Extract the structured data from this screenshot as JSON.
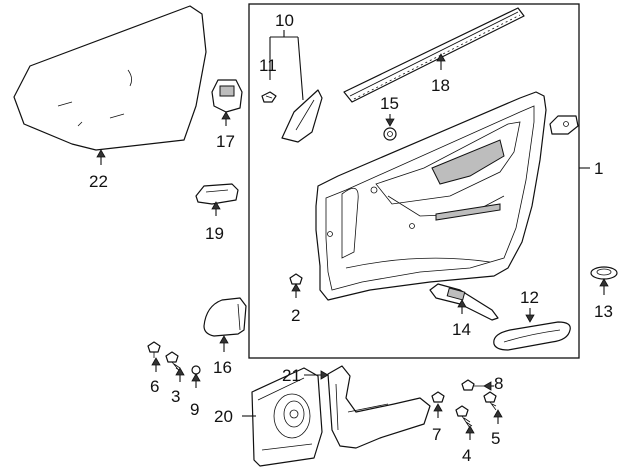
{
  "callouts": {
    "c1": "1",
    "c2": "2",
    "c3": "3",
    "c4": "4",
    "c5": "5",
    "c6": "6",
    "c7": "7",
    "c8": "8",
    "c9": "9",
    "c10": "10",
    "c11": "11",
    "c12": "12",
    "c13": "13",
    "c14": "14",
    "c15": "15",
    "c16": "16",
    "c17": "17",
    "c18": "18",
    "c19": "19",
    "c20": "20",
    "c21": "21",
    "c22": "22"
  },
  "colors": {
    "line": "#111111",
    "shade": "#bdbdbd",
    "background": "#ffffff"
  }
}
